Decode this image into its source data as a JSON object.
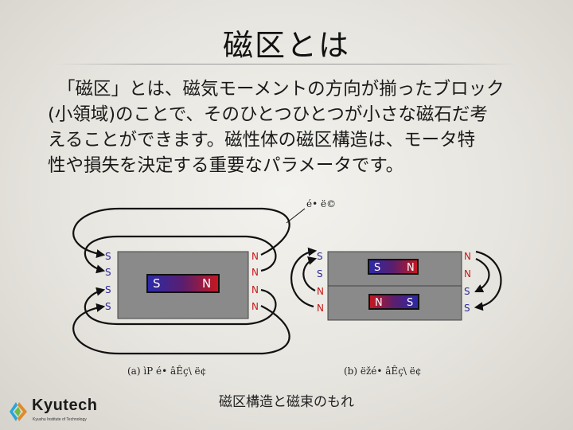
{
  "slide": {
    "title": "磁区とは",
    "body_lines": [
      "「磁区」とは、磁気モーメントの方向が揃ったブロック",
      "(小領域)のことで、そのひとつひとつが小さな磁石だ考",
      "えることができます。磁性体の磁区構造は、モータ特",
      "性や損失を決定する重要なパラメータです。"
    ],
    "caption": "磁区構造と磁束のもれ"
  },
  "figure": {
    "top_label": "é• ë©",
    "left": {
      "sub_label": "(a) ìP é• âÊç\\ ë¢",
      "pole_s": "S",
      "pole_n": "N",
      "magnet_s": "S",
      "magnet_n": "N"
    },
    "right": {
      "sub_label": "(b) ëžé• âÊç\\ ë¢",
      "pole_s": "S",
      "pole_n": "N",
      "top_magnet_s": "S",
      "top_magnet_n": "N",
      "bottom_magnet_n": "N",
      "bottom_magnet_s": "S"
    },
    "colors": {
      "pole_s": "#2a2a9a",
      "pole_n": "#c41a1a",
      "block": "#8a8a8a",
      "line": "#111111"
    }
  },
  "logo": {
    "name": "Kyutech",
    "subtitle": "Kyushu Institute of Technology"
  }
}
